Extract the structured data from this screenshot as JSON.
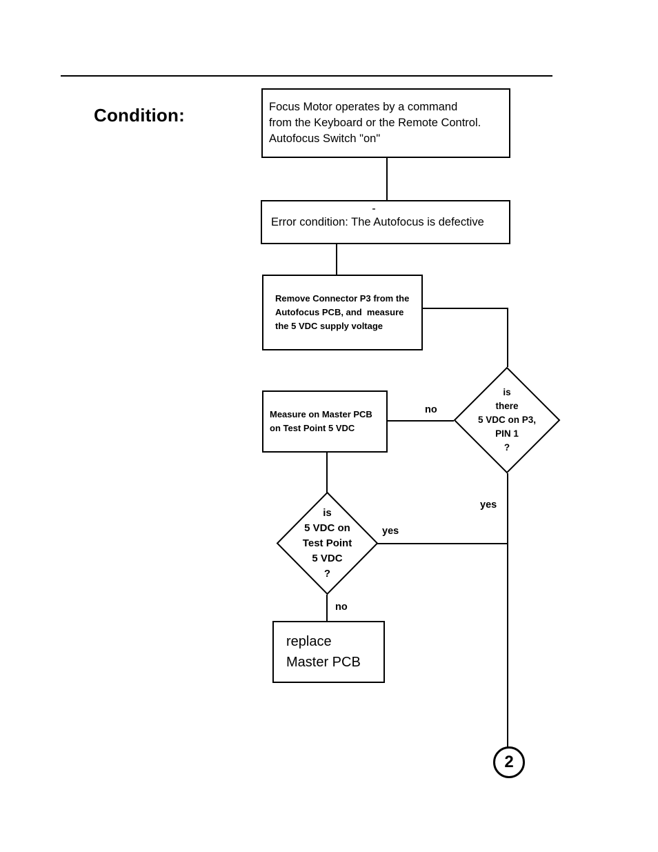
{
  "page": {
    "title": "Condition:",
    "section_label": "Condition:"
  },
  "flowchart": {
    "type": "flowchart",
    "nodes": [
      {
        "id": "b1",
        "shape": "process",
        "lines": [
          "Focus Motor operates by a command",
          "from the Keyboard or the Remote Control.",
          "Autofocus Switch \"on\""
        ]
      },
      {
        "id": "b2",
        "shape": "process",
        "lines": [
          "Error condition: The Autofocus is defective"
        ]
      },
      {
        "id": "b3",
        "shape": "process",
        "lines": [
          "Remove Connector P3 from the",
          "Autofocus PCB, and  measure",
          "the 5 VDC supply voltage"
        ]
      },
      {
        "id": "d1",
        "shape": "decision",
        "lines": [
          "is",
          "there",
          "5 VDC on P3,",
          "PIN 1",
          "?"
        ]
      },
      {
        "id": "b4",
        "shape": "process",
        "lines": [
          "Measure on Master PCB",
          "on Test Point 5 VDC"
        ]
      },
      {
        "id": "d2",
        "shape": "decision",
        "lines": [
          "is",
          "5 VDC on",
          "Test Point",
          "5 VDC",
          "?"
        ]
      },
      {
        "id": "b5",
        "shape": "process",
        "lines": [
          "replace",
          "Master PCB"
        ]
      },
      {
        "id": "c1",
        "shape": "off-page-connector",
        "label": "2"
      }
    ],
    "edges": [
      {
        "id": "e1",
        "from": "b1",
        "to": "b2",
        "label": ""
      },
      {
        "id": "e2",
        "from": "b2",
        "to": "b3",
        "label": ""
      },
      {
        "id": "e3",
        "from": "b3",
        "to": "d1",
        "label": ""
      },
      {
        "id": "e4",
        "from": "d1",
        "to": "b4",
        "label": "no"
      },
      {
        "id": "e5",
        "from": "b4",
        "to": "d2",
        "label": ""
      },
      {
        "id": "e6",
        "from": "d1",
        "to": "c1",
        "label": "yes"
      },
      {
        "id": "e7",
        "from": "d2",
        "to": "c1",
        "label": "yes"
      },
      {
        "id": "e8",
        "from": "d2",
        "to": "b5",
        "label": "no"
      }
    ],
    "edge_labels": {
      "d1_no": "no",
      "d1_yes": "yes",
      "d2_yes": "yes",
      "d2_no": "no"
    }
  },
  "colors": {
    "stroke": "#000000",
    "background": "#ffffff",
    "text": "#000000"
  }
}
